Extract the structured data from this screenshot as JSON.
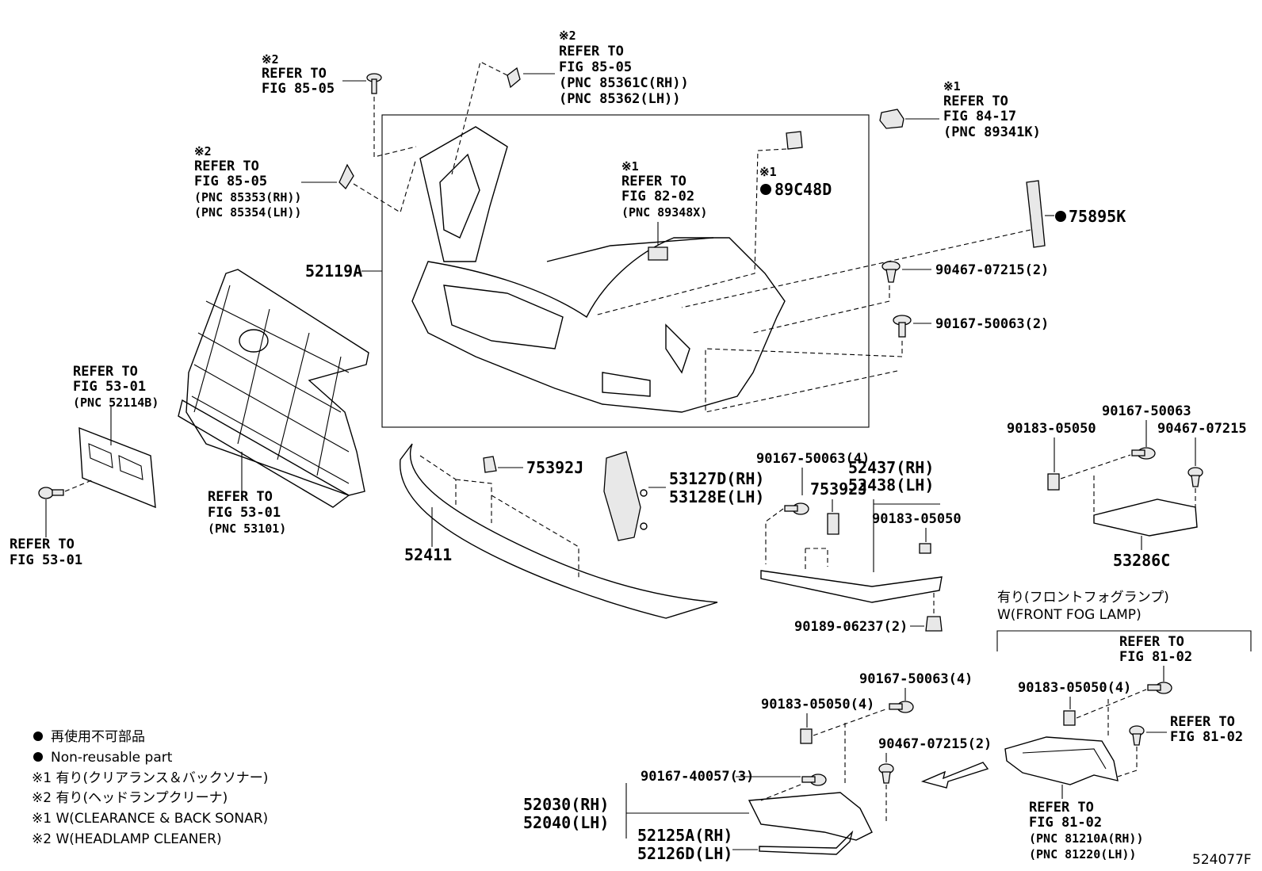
{
  "callouts": {
    "ref_85_05_top": {
      "mark": "※2",
      "l1": "REFER TO",
      "l2": "FIG 85-05"
    },
    "ref_85_05_mid": {
      "mark": "※2",
      "l1": "REFER TO",
      "l2": "FIG 85-05",
      "l3": "(PNC 85361C(RH))",
      "l4": "(PNC 85362(LH))"
    },
    "ref_85_05_left": {
      "mark": "※2",
      "l1": "REFER TO",
      "l2": "FIG 85-05",
      "l3": "(PNC 85353(RH))",
      "l4": "(PNC 85354(LH))"
    },
    "ref_84_17": {
      "mark": "※1",
      "l1": "REFER TO",
      "l2": "FIG 84-17",
      "l3": "(PNC 89341K)"
    },
    "ref_82_02": {
      "mark": "※1",
      "l1": "REFER TO",
      "l2": "FIG 82-02",
      "l3": "(PNC 89348X)"
    },
    "p89c48d": {
      "mark": "※1",
      "label": "89C48D"
    },
    "p75895k": {
      "label": "75895K"
    },
    "p52119a": "52119A",
    "p90467_07215_2": "90467-07215(2)",
    "p90167_50063_2": "90167-50063(2)",
    "ref_53_01_a": {
      "l1": "REFER TO",
      "l2": "FIG 53-01",
      "l3": "(PNC 52114B)"
    },
    "ref_53_01_b": {
      "l1": "REFER TO",
      "l2": "FIG 53-01",
      "l3": "(PNC 53101)"
    },
    "ref_53_01_c": {
      "l1": "REFER TO",
      "l2": "FIG 53-01"
    },
    "p75392j_a": "75392J",
    "p75392j_b": "75392J",
    "p53127d": "53127D(RH)",
    "p53128e": "53128E(LH)",
    "p52411": "52411",
    "p90167_50063_4a": "90167-50063(4)",
    "p52437": "52437(RH)",
    "p52438": "52438(LH)",
    "p90183_05050_a": "90183-05050",
    "p90189_06237": "90189-06237(2)",
    "p90183_05050_r": "90183-05050",
    "p90167_50063_r": "90167-50063",
    "p90467_07215_r": "90467-07215",
    "p53286c": "53286C",
    "fog_jp": "有り(フロントフォグランプ)",
    "fog_en": "W(FRONT FOG LAMP)",
    "ref_81_02_top": {
      "l1": "REFER TO",
      "l2": "FIG 81-02"
    },
    "p90183_05050_4b": "90183-05050(4)",
    "ref_81_02_mid": {
      "l1": "REFER TO",
      "l2": "FIG 81-02"
    },
    "ref_81_02_low": {
      "l1": "REFER TO",
      "l2": "FIG 81-02",
      "l3": "(PNC 81210A(RH))",
      "l4": "(PNC 81220(LH))"
    },
    "p90167_50063_4b": "90167-50063(4)",
    "p90183_05050_4a": "90183-05050(4)",
    "p90467_07215_2b": "90467-07215(2)",
    "p90167_40057": "90167-40057(3)",
    "p52030": "52030(RH)",
    "p52040": "52040(LH)",
    "p52125a": "52125A(RH)",
    "p52126d": "52126D(LH)",
    "fig_id": "524077F"
  },
  "legend": {
    "nonreuse_jp": "再使用不可部品",
    "nonreuse_en": "Non-reusable part",
    "m1_jp": "※1  有り(クリアランス＆バックソナー)",
    "m2_jp": "※2  有り(ヘッドランプクリーナ)",
    "m1_en": "※1  W(CLEARANCE & BACK SONAR)",
    "m2_en": "※2  W(HEADLAMP CLEANER)"
  }
}
